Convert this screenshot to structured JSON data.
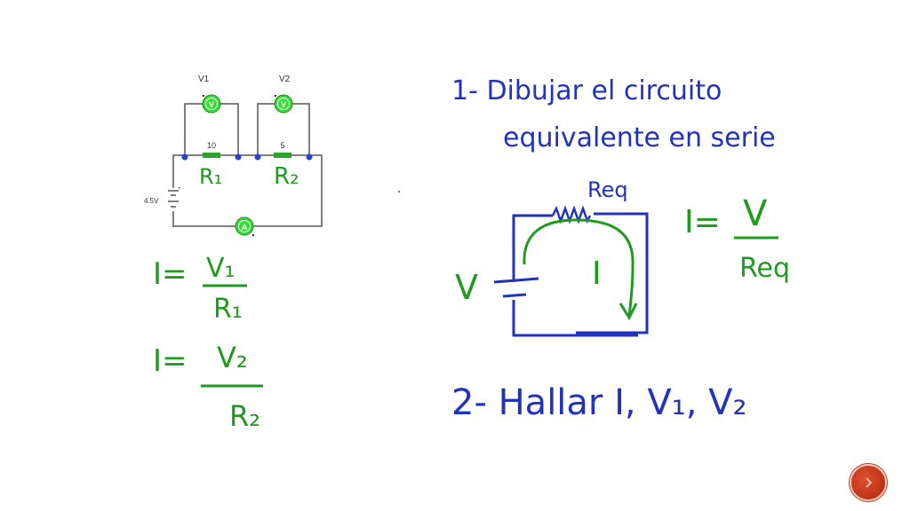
{
  "circuit": {
    "meter_labels": {
      "v1": "V1",
      "v2": "V2"
    },
    "meter_glyphs": {
      "voltmeter": "V",
      "ammeter": "A"
    },
    "resistor_values": {
      "r1": "10",
      "r2": "5"
    },
    "battery_label": "4.5V",
    "resistor_names": {
      "r1": "R₁",
      "r2": "R₂"
    }
  },
  "equations_left": {
    "eq1": {
      "lhs": "I=",
      "num": "V₁",
      "den": "R₁"
    },
    "eq2": {
      "lhs": "I=",
      "num": "V₂",
      "den": "R₂"
    }
  },
  "steps": {
    "step1_line1": "1- Dibujar el circuito",
    "step1_line2": "equivalente en serie",
    "step2": "2- Hallar I, V₁, V₂"
  },
  "equivalent_circuit": {
    "req_label": "Req",
    "source_label": "V",
    "current_label": "I"
  },
  "equation_right": {
    "lhs": "I=",
    "num": "V",
    "den": "Req"
  },
  "colors": {
    "wire": "#555555",
    "meter": "#33dd33",
    "resistor": "#2aa52a",
    "green_ink": "#1f9a1f",
    "blue_ink": "#2233bb",
    "nav": "#c1361a"
  }
}
